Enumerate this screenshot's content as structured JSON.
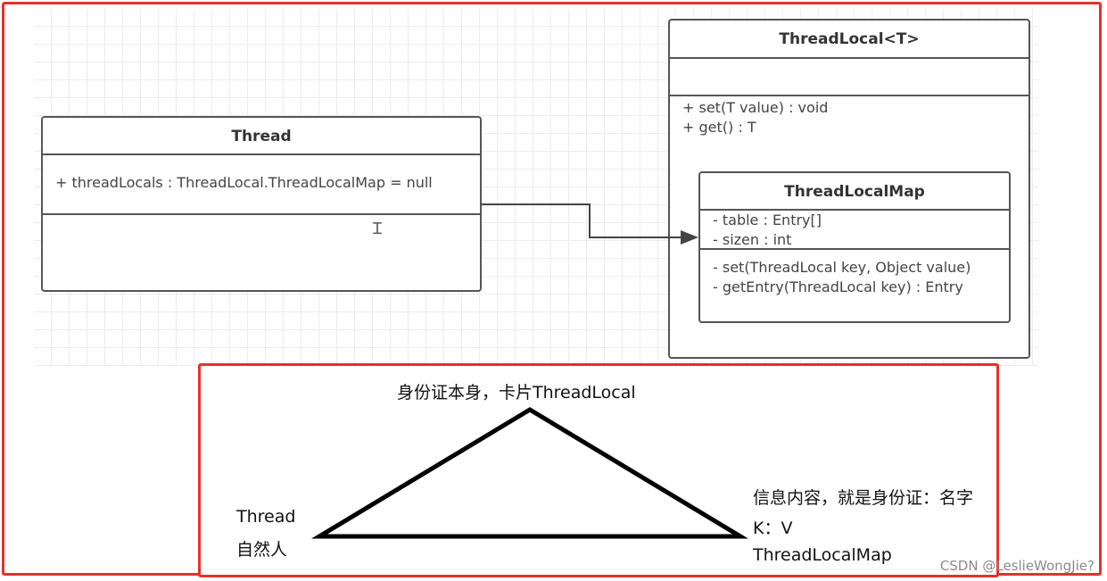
{
  "thread_class": {
    "name": "Thread",
    "attributes": [
      "+ threadLocals : ThreadLocal.ThreadLocalMap = null"
    ]
  },
  "threadlocal_class": {
    "name": "ThreadLocal<T>",
    "operations": [
      "+ set(T value) : void",
      "+ get() : T"
    ]
  },
  "threadlocalmap_class": {
    "name": "ThreadLocalMap",
    "attributes": [
      "- table : Entry[]",
      "- sizen : int"
    ],
    "operations": [
      "- set(ThreadLocal key, Object value)",
      "- getEntry(ThreadLocal key) :  Entry"
    ]
  },
  "analogy": {
    "top_label": "身份证本身，卡片ThreadLocal",
    "left_label_1": "Thread",
    "left_label_2": "自然人",
    "right_label_1": "信息内容，就是身份证：名字",
    "right_label_2": "K：V",
    "right_label_3": "ThreadLocalMap"
  },
  "watermark": "CSDN @LeslieWongJie?",
  "colors": {
    "frame_red": "#e8302a",
    "uml_border": "#555555",
    "grid": "#ececec"
  }
}
